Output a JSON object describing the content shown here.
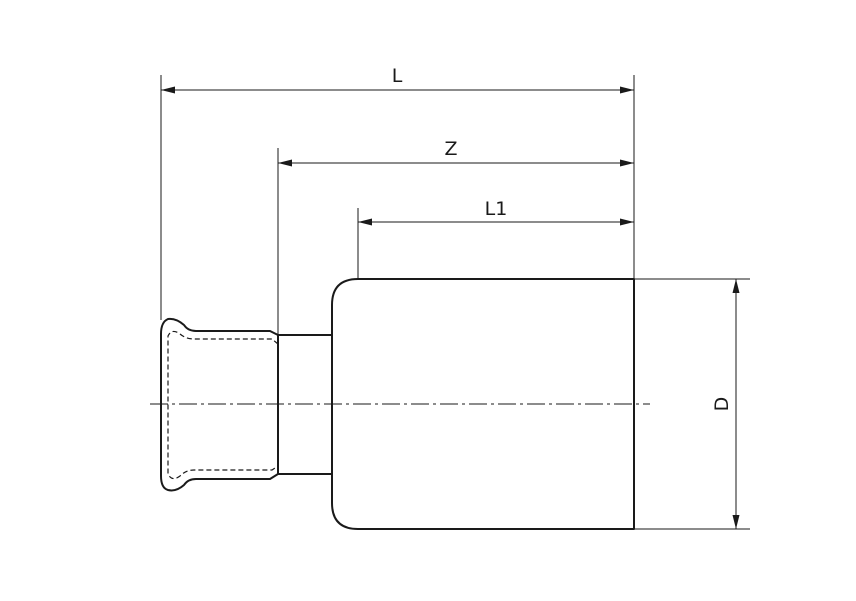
{
  "dimensions": {
    "L": "L",
    "Z": "Z",
    "L1": "L1",
    "D": "D"
  }
}
